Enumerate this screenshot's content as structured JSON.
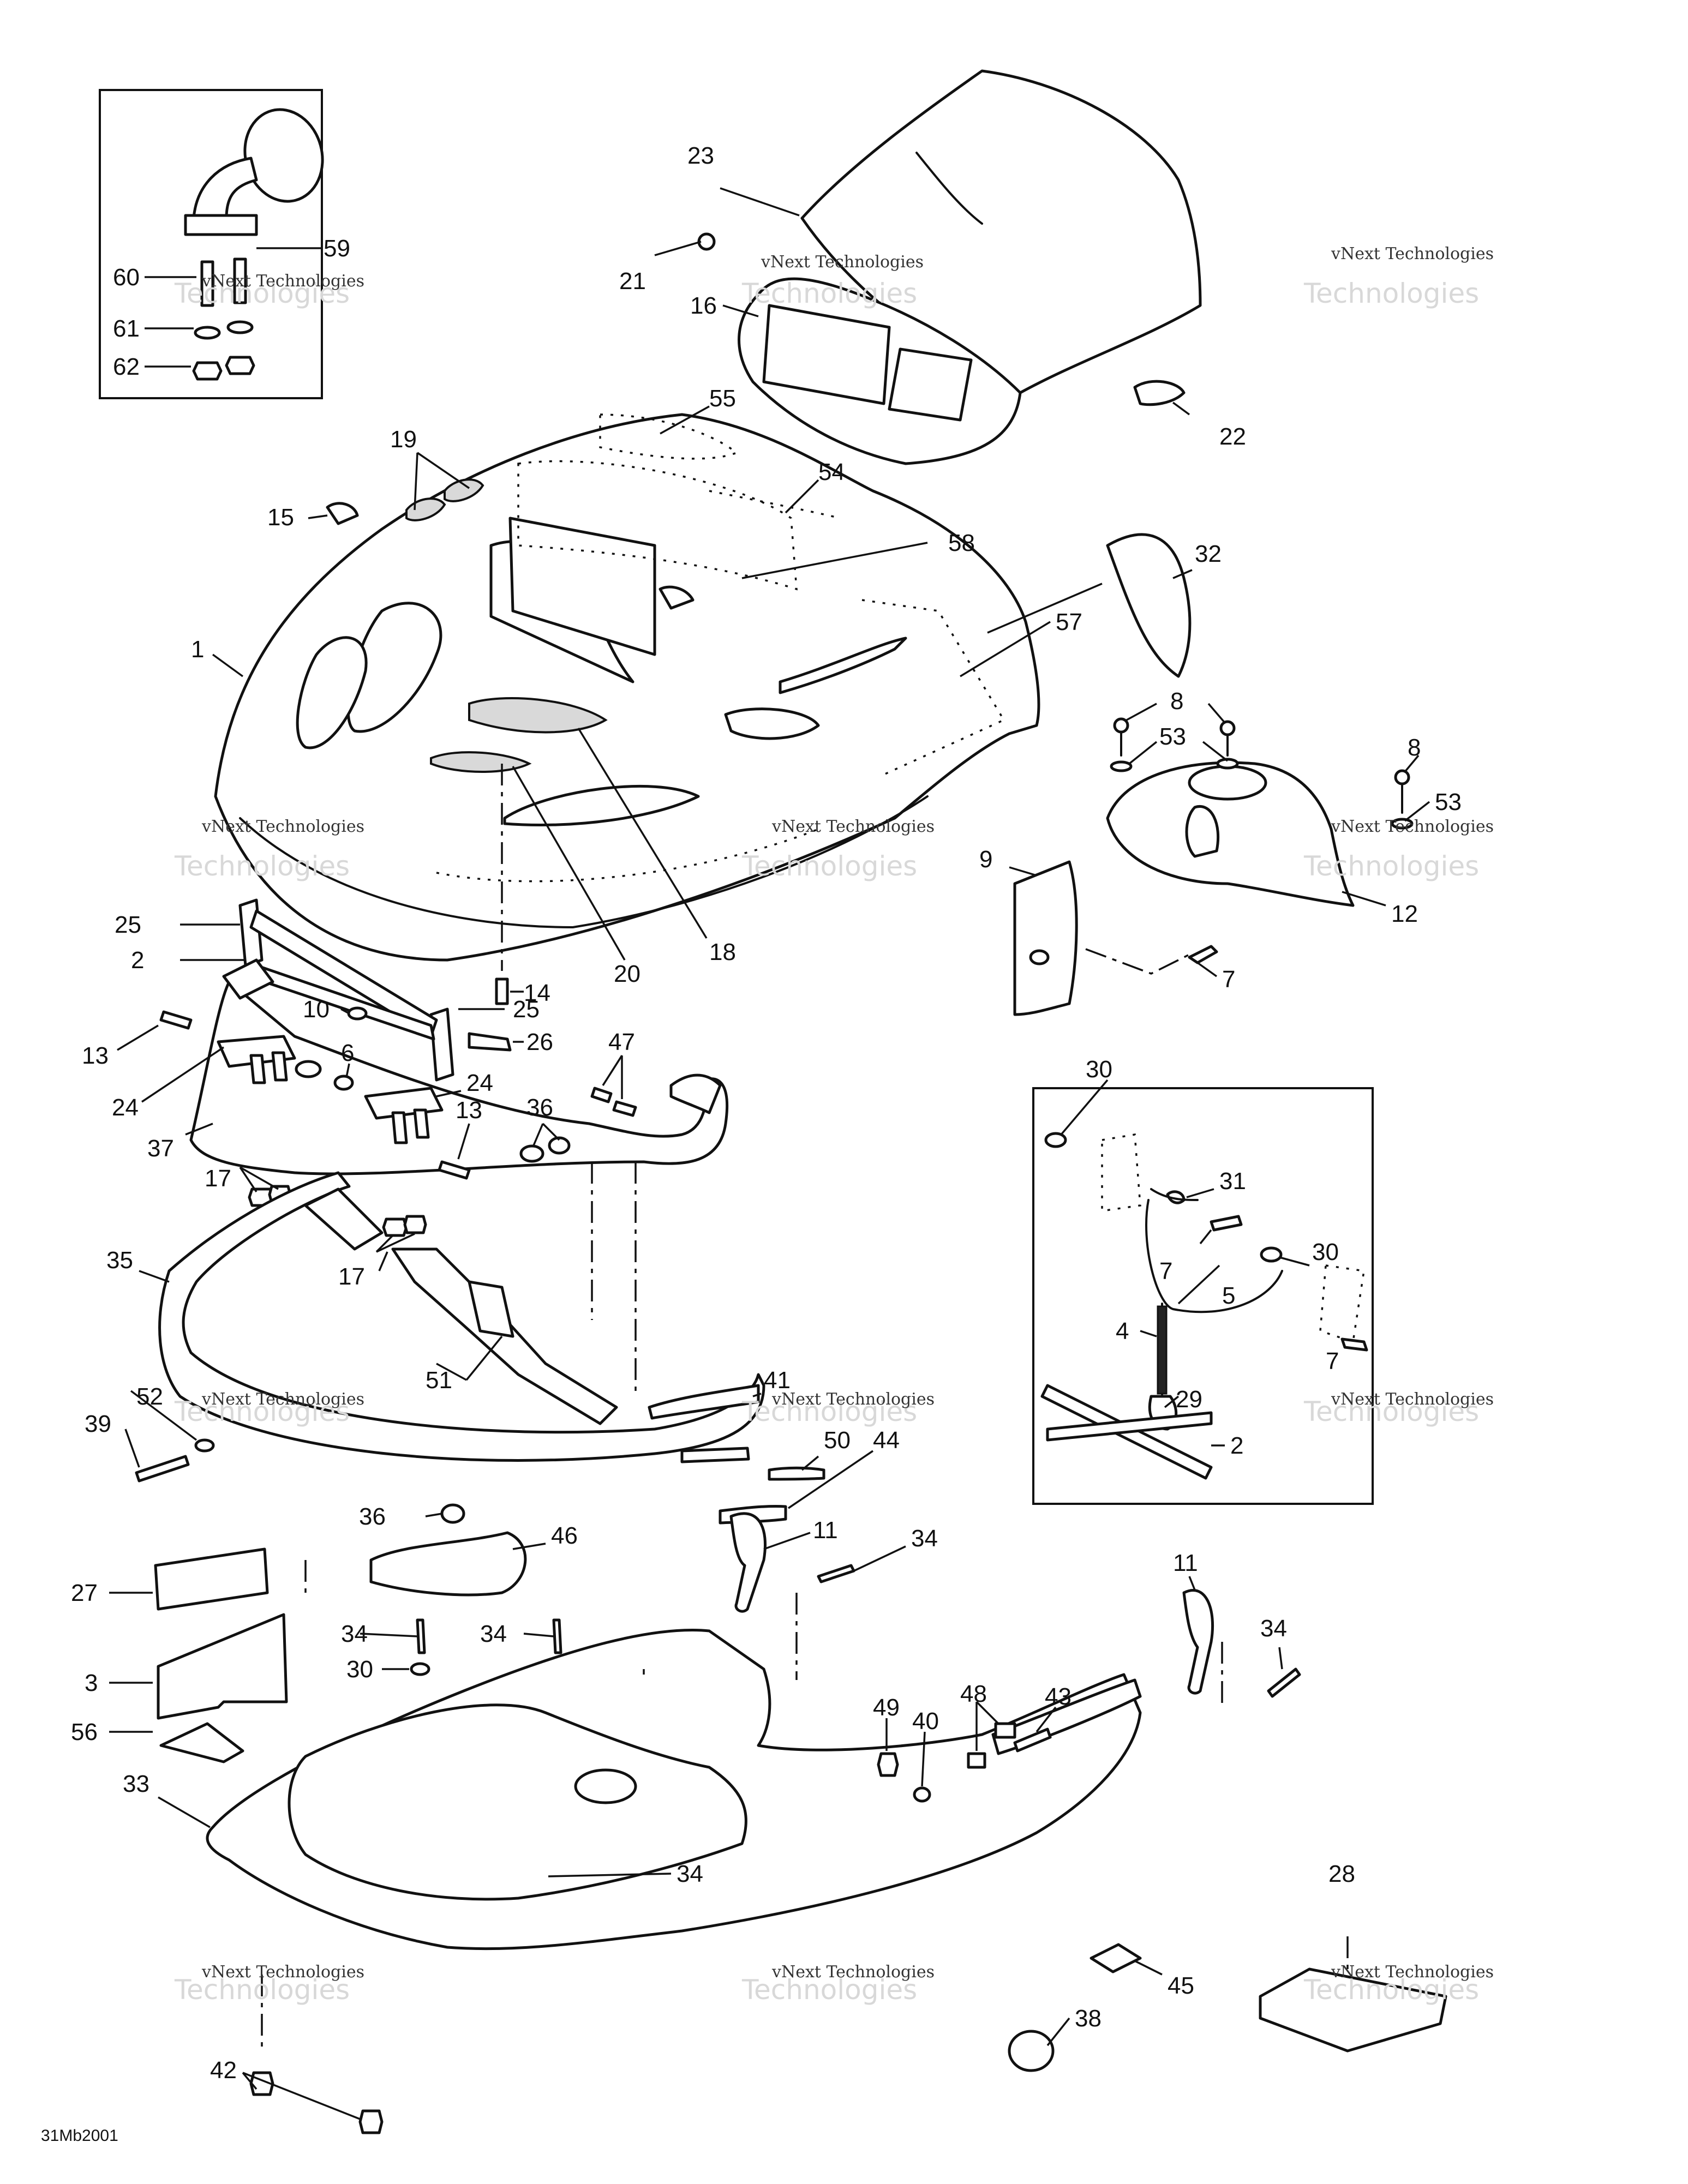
{
  "diagram_code": "31Mb2001",
  "watermark": {
    "line1": "vNext Technologies",
    "line2": "Technologies"
  },
  "callouts": [
    "1",
    "2",
    "3",
    "4",
    "5",
    "6",
    "7",
    "8",
    "9",
    "10",
    "11",
    "12",
    "13",
    "14",
    "15",
    "16",
    "17",
    "18",
    "19",
    "20",
    "21",
    "22",
    "23",
    "24",
    "25",
    "26",
    "27",
    "28",
    "29",
    "30",
    "31",
    "32",
    "33",
    "34",
    "35",
    "36",
    "37",
    "38",
    "39",
    "40",
    "41",
    "42",
    "43",
    "44",
    "45",
    "46",
    "47",
    "48",
    "49",
    "50",
    "51",
    "52",
    "53",
    "54",
    "55",
    "56",
    "57",
    "58",
    "59",
    "60",
    "61",
    "62"
  ]
}
